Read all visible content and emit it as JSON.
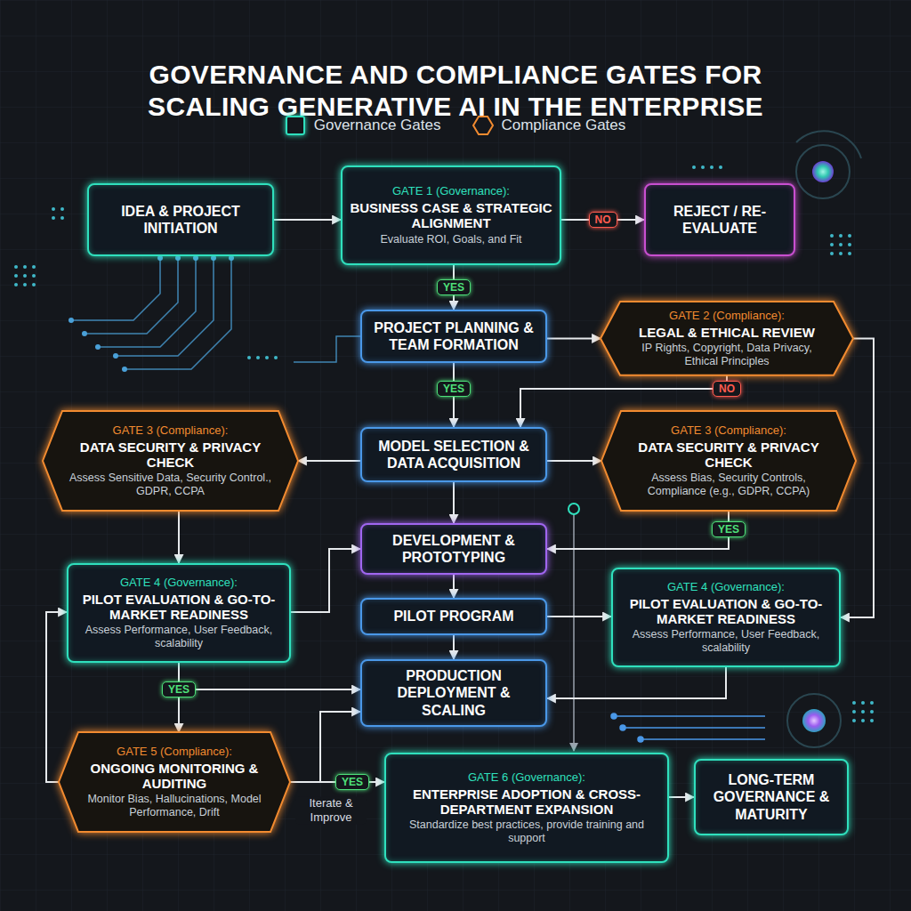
{
  "diagram": {
    "title": "GOVERNANCE AND COMPLIANCE GATES FOR SCALING GENERATIVE AI IN THE ENTERPRISE",
    "nodes": [
      {
        "text": [
          "IDEA & PROJECT INITIATION"
        ]
      },
      {
        "text": [
          "GATE 1 (Governance):",
          "BUSINESS CASE & STRATEGIC ALIGNMENT",
          "Evaluate ROI, Goals, and Fit"
        ]
      },
      {
        "text": [
          "REJECT / RE-EVALUATE"
        ]
      },
      {
        "text": [
          "PROJECT PLANNING & TEAM FORMATION"
        ]
      },
      {
        "text": [
          "GATE 2 (Compliance):",
          "LEGAL & ETHICAL REVIEW",
          "IP Rights, Copyright, Data Privacy, Ethical Principles"
        ]
      },
      {
        "text": [
          "GATE 3 (Compliance):",
          "DATA SECURITY & PRIVACY CHECK",
          "Assess Sensitive Data, Security Control., GDPR, CCPA"
        ]
      },
      {
        "text": [
          "MODEL SELECTION & DATA ACQUISITION"
        ]
      },
      {
        "text": [
          "GATE 3 (Compliance):",
          "DATA SECURITY & PRIVACY CHECK",
          "Assess Bias, Security Controls, Compliance (e.g., GDPR, CCPA)"
        ]
      },
      {
        "text": [
          "DEVELOPMENT & PROTOTYPING"
        ]
      },
      {
        "text": [
          "GATE 4 (Governance):",
          "PILOT EVALUATION & GO-TO-MARKET READINESS",
          "Assess Performance, User Feedback, scalability"
        ]
      },
      {
        "text": [
          "PILOT PROGRAM"
        ]
      },
      {
        "text": [
          "GATE 4 (Governance):",
          "PILOT EVALUATION & GO-TO-MARKET READINESS",
          "Assess Performance, User Feedback, scalability"
        ]
      },
      {
        "text": [
          "PRODUCTION DEPLOYMENT & SCALING"
        ]
      },
      {
        "text": [
          "GATE 5 (Compliance):",
          "ONGOING MONITORING & AUDITING",
          "Monitor Bias, Hallucinations, Model Performance, Drift"
        ]
      },
      {
        "text": [
          "GATE 6 (Governance):",
          "ENTERPRISE ADOPTION & CROSS-DEPARTMENT EXPANSION",
          "Standardize best practices, provide training and support"
        ]
      },
      {
        "text": [
          "LONG-TERM GOVERNANCE & MATURITY"
        ]
      }
    ],
    "edges": [
      {
        "from": 0,
        "to": 1,
        "arrow": "to"
      },
      {
        "from": 1,
        "to": 2,
        "arrow": "to",
        "label": "NO"
      },
      {
        "from": 1,
        "to": 3,
        "arrow": "to",
        "label": "YES"
      },
      {
        "from": 3,
        "to": 4,
        "arrow": "to"
      },
      {
        "from": 3,
        "to": 6,
        "arrow": "to",
        "label": "YES"
      },
      {
        "from": 4,
        "to": 6,
        "arrow": "to",
        "label": "NO"
      },
      {
        "from": 6,
        "to": 5,
        "arrow": "to"
      },
      {
        "from": 6,
        "to": 7,
        "arrow": "to"
      },
      {
        "from": 6,
        "to": 8,
        "arrow": "to"
      },
      {
        "from": 5,
        "to": 9,
        "arrow": "to"
      },
      {
        "from": 9,
        "to": 8,
        "arrow": "to"
      },
      {
        "from": 7,
        "to": 8,
        "arrow": "to",
        "label": "YES"
      },
      {
        "from": 8,
        "to": 10,
        "arrow": "to"
      },
      {
        "from": 10,
        "to": 11,
        "arrow": "to"
      },
      {
        "from": 10,
        "to": 12,
        "arrow": "to"
      },
      {
        "from": 4,
        "to": 11,
        "arrow": "to"
      },
      {
        "from": 11,
        "to": 12,
        "arrow": "to"
      },
      {
        "from": 9,
        "to": 13,
        "arrow": "to",
        "label": "YES"
      },
      {
        "from": 9,
        "to": 12,
        "arrow": "to"
      },
      {
        "from": 13,
        "to": 14,
        "arrow": "to",
        "label": "YES"
      },
      {
        "from": 13,
        "to": 12,
        "arrow": "to",
        "label": "Iterate & Improve"
      },
      {
        "from": 13,
        "to": 9,
        "arrow": "to"
      },
      {
        "from": 14,
        "to": 15,
        "arrow": "to"
      }
    ],
    "legend": [
      {
        "text": "Governance Gates",
        "color": "#2fe0bd"
      },
      {
        "text": "Compliance Gates",
        "color": "#f28b30"
      }
    ]
  }
}
